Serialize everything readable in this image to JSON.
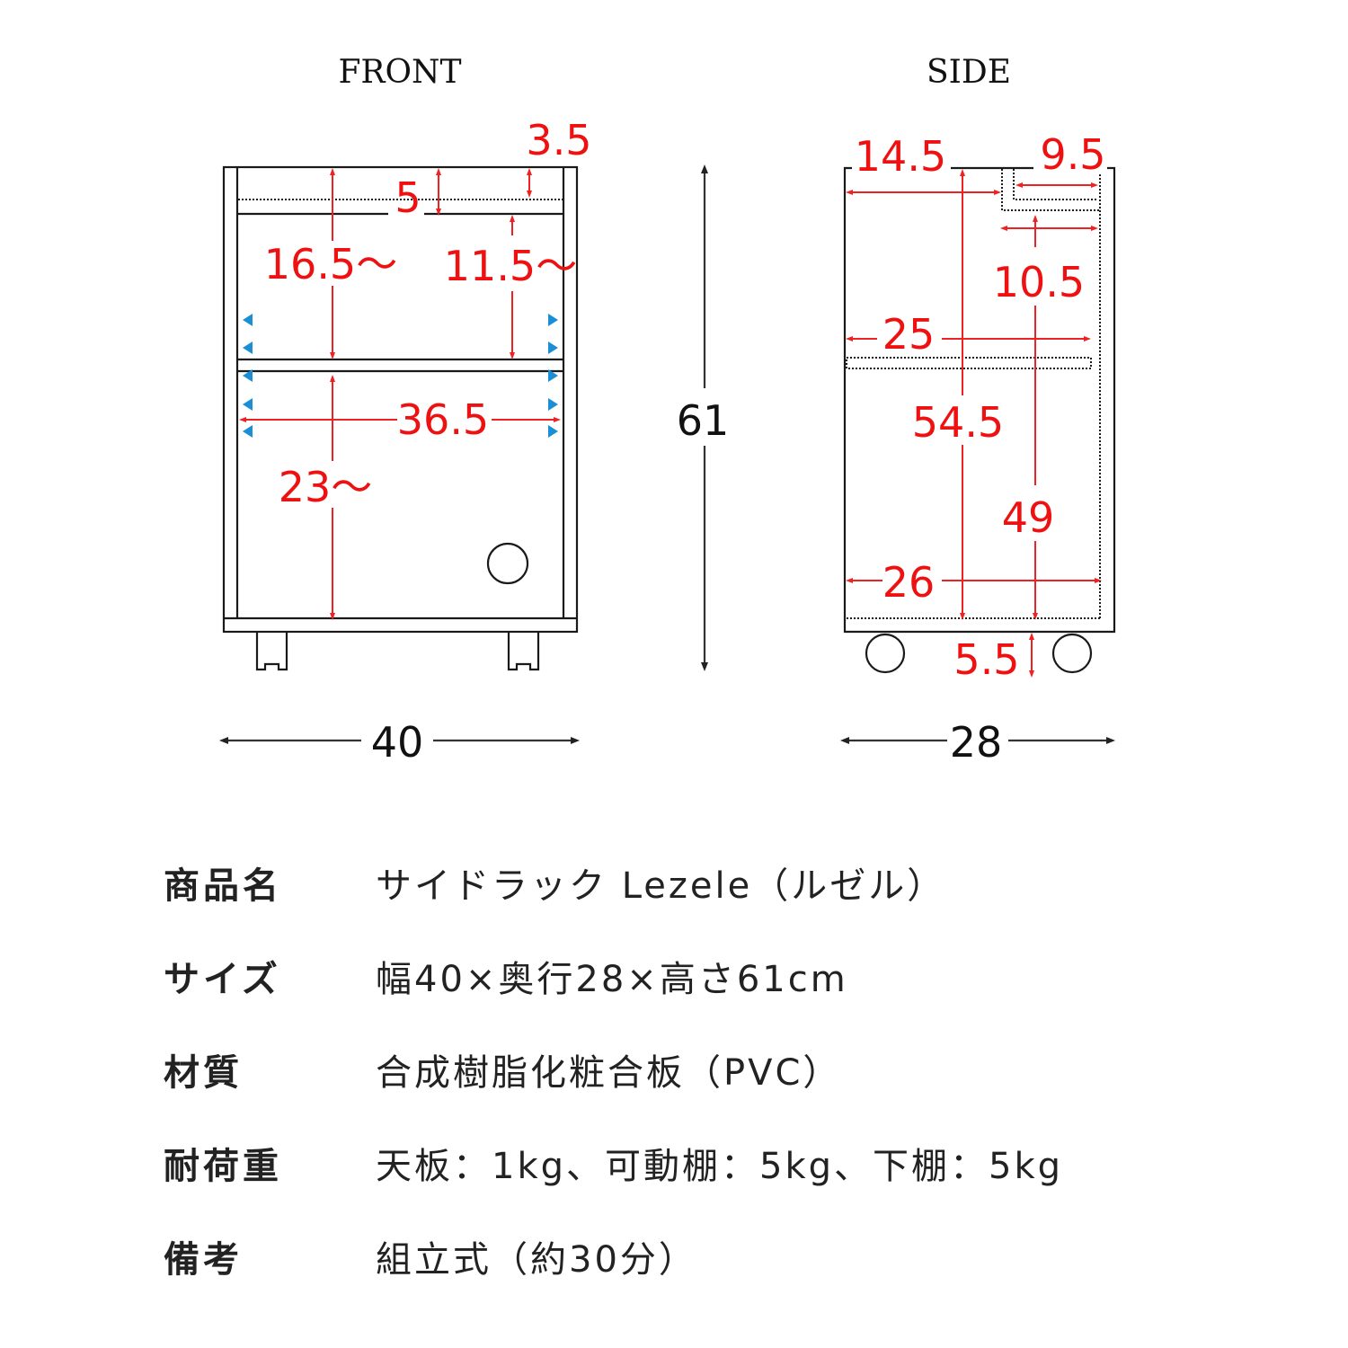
{
  "diagram": {
    "front": {
      "title": "FRONT",
      "labels": {
        "top_gap": "3.5",
        "drawer_gap": "5",
        "upper_left": "16.5～",
        "upper_right": "11.5～",
        "inner_width": "36.5",
        "lower": "23～",
        "width": "40"
      }
    },
    "height": "61",
    "side": {
      "title": "SIDE",
      "labels": {
        "top_left_depth": "14.5",
        "top_right_depth": "9.5",
        "mid_right_height": "10.5",
        "shelf_depth": "25",
        "total_inner_height": "54.5",
        "lower_height": "49",
        "bottom_depth": "26",
        "caster_height": "5.5",
        "depth": "28"
      }
    },
    "colors": {
      "dimension_red": "#ee1111",
      "adjust_blue": "#1a8fd6",
      "outline_black": "#1a1a1a"
    }
  },
  "spec": {
    "rows": [
      {
        "label": "商品名",
        "value": "サイドラック Lezele（ルゼル）"
      },
      {
        "label": "サイズ",
        "value": "幅40×奥行28×高さ61cm"
      },
      {
        "label": "材質",
        "value": "合成樹脂化粧合板（PVC）"
      },
      {
        "label": "耐荷重",
        "value": "天板：1kg、可動棚：5kg、下棚：5kg"
      },
      {
        "label": "備考",
        "value": "組立式（約30分）"
      }
    ]
  }
}
